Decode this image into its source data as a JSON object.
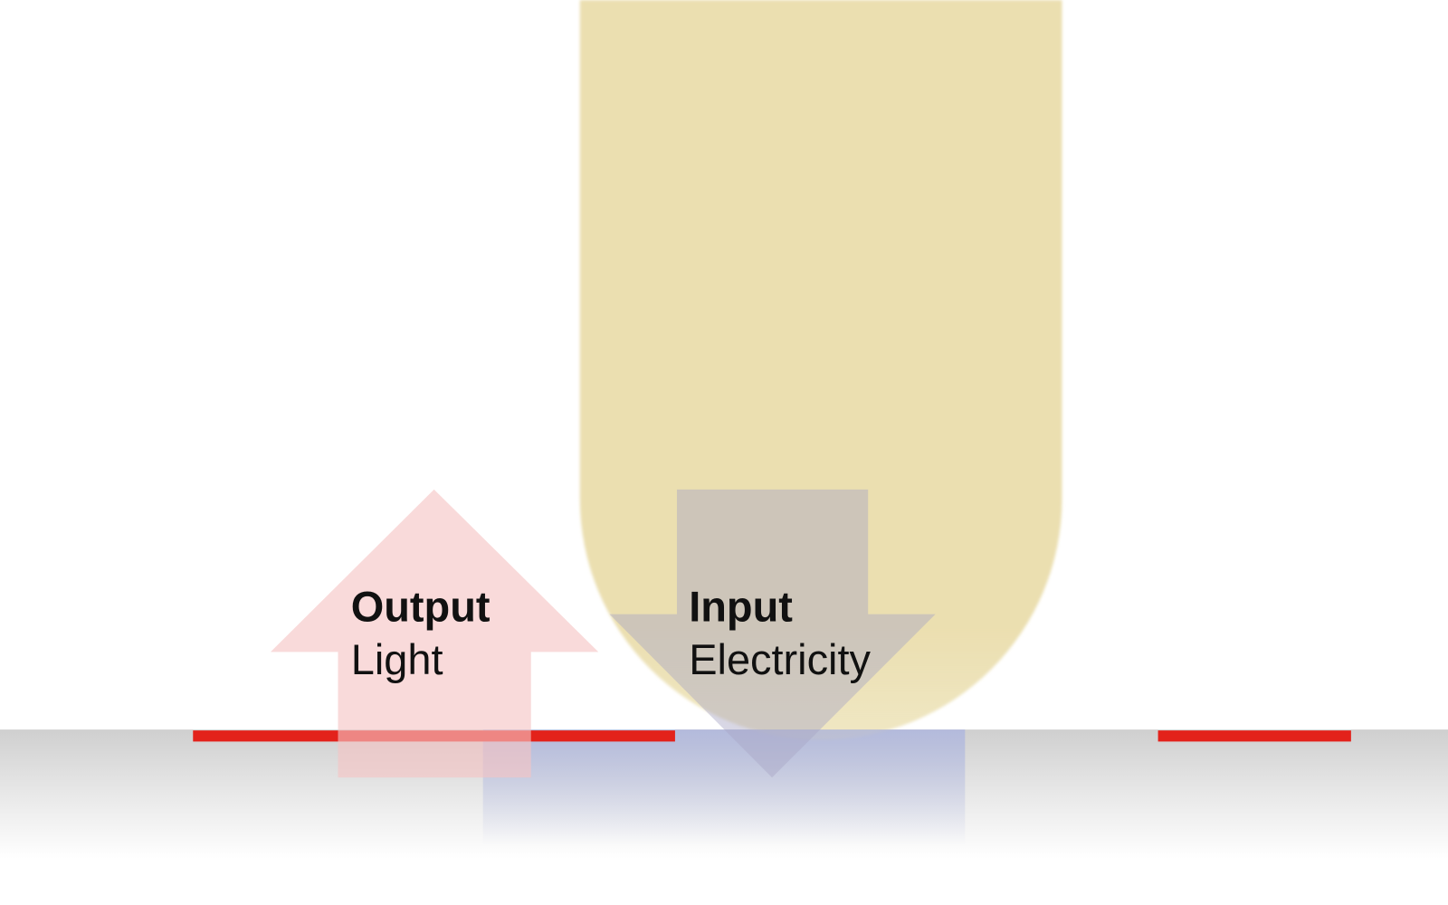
{
  "colors": {
    "bulb": "#ebdfb0",
    "floor": "#d2d2d2",
    "red_line": "#e3221b",
    "output_arrow": "#f8d3d3",
    "input_arrow": "#c8bfc0",
    "reflection": "#aab3e0"
  },
  "output": {
    "title": "Output",
    "subtitle": "Light"
  },
  "input": {
    "title": "Input",
    "subtitle": "Electricity"
  }
}
